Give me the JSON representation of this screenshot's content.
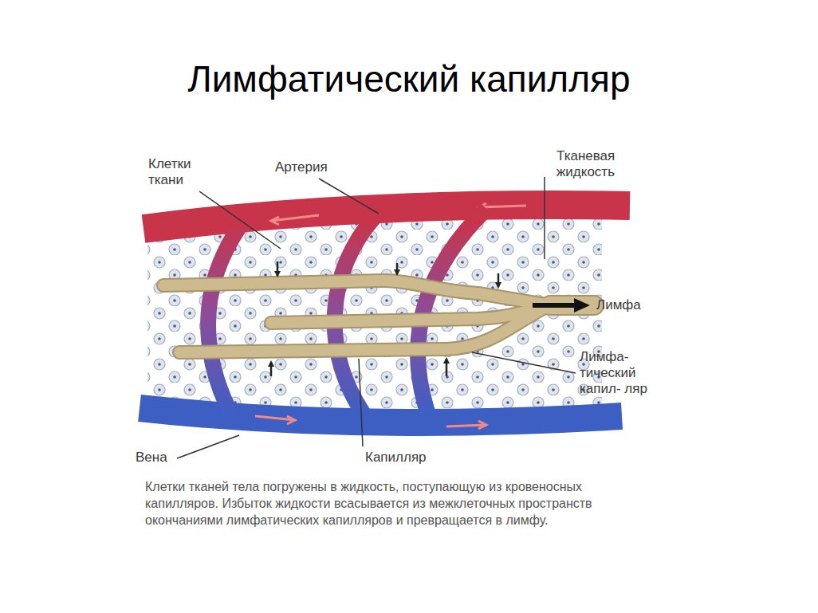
{
  "diagram": {
    "title": "Лимфатический капилляр",
    "caption": "Клетки тканей тела погружены в жидкость, поступающую из кровеносных капилляров. Избыток жидкости всасывается из межклеточных пространств окончаниями лимфатических капилляров и превращается в лимфу.",
    "labels": [
      "Клетки ткани",
      "Артерия",
      "Тканевая жидкость",
      "Лимфа",
      "Лимфа- тический капил- ляр",
      "Вена",
      "Капилляр"
    ]
  }
}
